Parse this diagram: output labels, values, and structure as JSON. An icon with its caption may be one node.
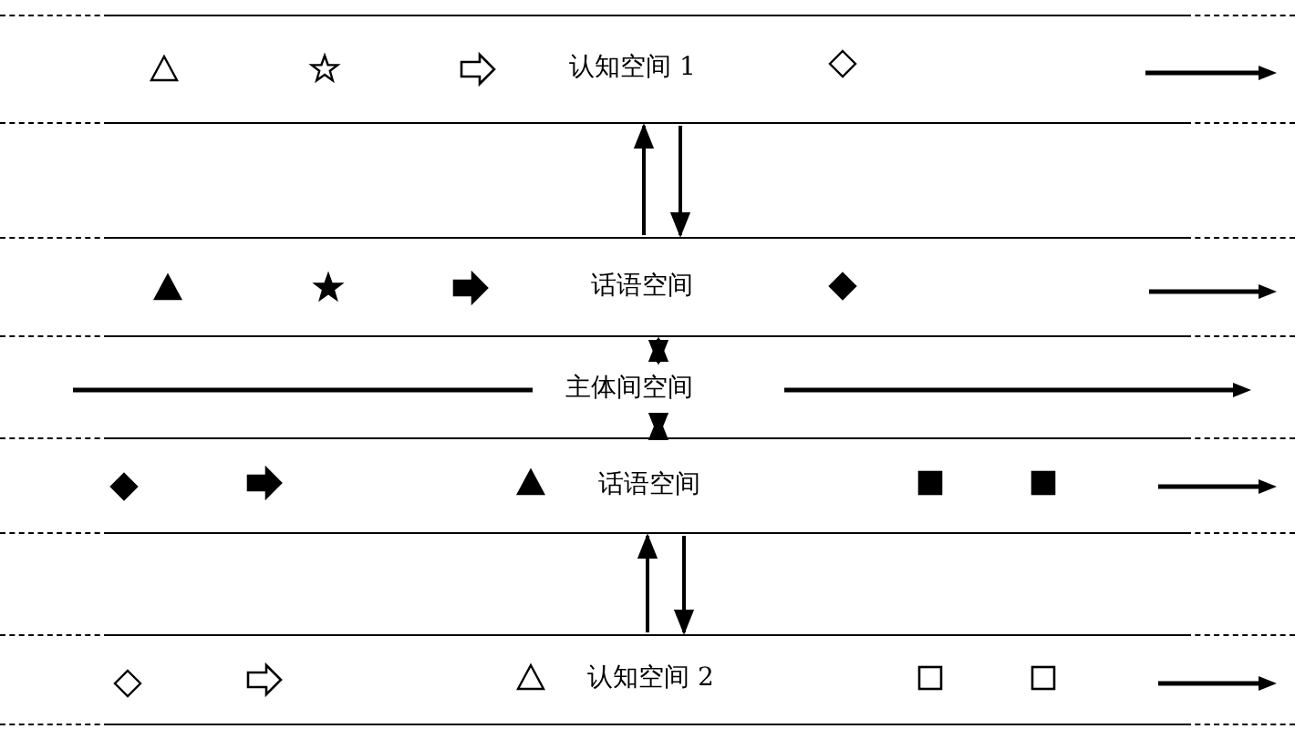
{
  "diagram": {
    "nodes": [
      {
        "text": [
          "认知空间 1"
        ]
      },
      {
        "text": [
          "话语空间"
        ]
      },
      {
        "text": [
          "主体间空间"
        ]
      },
      {
        "text": [
          "话语空间"
        ]
      },
      {
        "text": [
          "认知空间 2"
        ]
      }
    ],
    "edges": [
      {
        "from": 1,
        "to": 0,
        "arrow": "to"
      },
      {
        "from": 0,
        "to": 1,
        "arrow": "to"
      },
      {
        "from": 1,
        "to": 2,
        "arrow": "both"
      },
      {
        "from": 2,
        "to": 3,
        "arrow": "both"
      },
      {
        "from": 4,
        "to": 3,
        "arrow": "to"
      },
      {
        "from": 3,
        "to": 4,
        "arrow": "to"
      }
    ]
  }
}
